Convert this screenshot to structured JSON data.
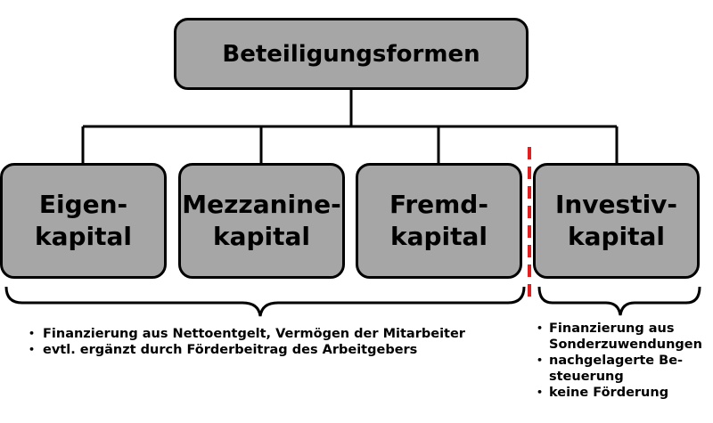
{
  "root": {
    "label": "Beteiligungsformen"
  },
  "categories": [
    {
      "line1": "Eigen-",
      "line2": "kapital"
    },
    {
      "line1": "Mezzanine-",
      "line2": "kapital"
    },
    {
      "line1": "Fremd-",
      "line2": "kapital"
    },
    {
      "line1": "Investiv-",
      "line2": "kapital"
    }
  ],
  "left_notes": [
    "Finanzierung aus Nettoentgelt, Vermögen der Mitarbeiter",
    "evtl. ergänzt durch Förderbeitrag des Arbeitgebers"
  ],
  "right_notes": [
    "Finanzierung aus Sonderzuwendungen",
    "nachgelagerte Be-steuerung",
    "keine Förderung"
  ],
  "colors": {
    "box_fill": "#a6a6a6",
    "divider": "#e02020",
    "stroke": "#000000"
  }
}
